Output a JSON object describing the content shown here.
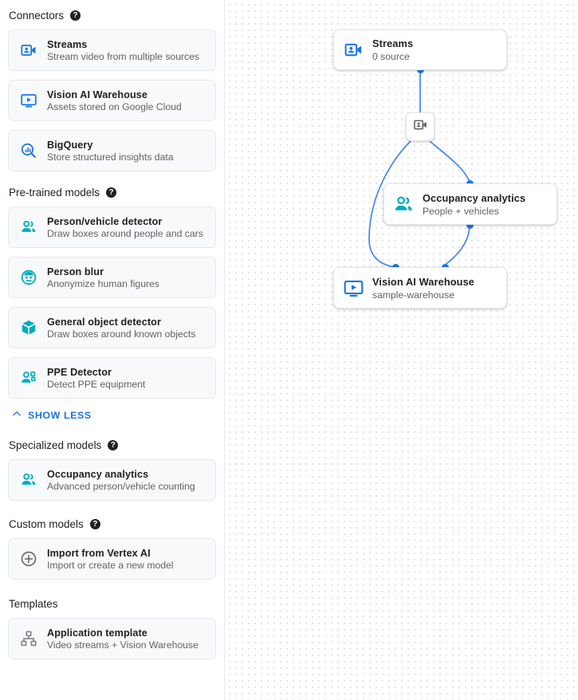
{
  "sidebar": {
    "sections": [
      {
        "title": "Connectors",
        "has_help": true,
        "help_glyph": "?",
        "items": [
          {
            "icon": "video-camera-person-icon",
            "title": "Streams",
            "subtitle": "Stream video from multiple sources"
          },
          {
            "icon": "monitor-play-icon",
            "title": "Vision AI Warehouse",
            "subtitle": "Assets stored on Google Cloud"
          },
          {
            "icon": "magnifier-bar-chart-icon",
            "title": "BigQuery",
            "subtitle": "Store structured insights data"
          }
        ]
      },
      {
        "title": "Pre-trained models",
        "has_help": true,
        "help_glyph": "?",
        "items": [
          {
            "icon": "two-people-icon",
            "title": "Person/vehicle detector",
            "subtitle": "Draw boxes around people and cars"
          },
          {
            "icon": "person-face-icon",
            "title": "Person blur",
            "subtitle": "Anonymize human figures"
          },
          {
            "icon": "cube-icon",
            "title": "General object detector",
            "subtitle": "Draw boxes around known objects"
          },
          {
            "icon": "ppe-person-icon",
            "title": "PPE Detector",
            "subtitle": "Detect PPE equipment"
          }
        ]
      },
      {
        "title": "Specialized models",
        "has_help": true,
        "help_glyph": "?",
        "items": [
          {
            "icon": "two-people-icon",
            "title": "Occupancy analytics",
            "subtitle": "Advanced person/vehicle counting"
          }
        ]
      },
      {
        "title": "Custom models",
        "has_help": true,
        "help_glyph": "?",
        "items": [
          {
            "icon": "plus-circle-icon",
            "title": "Import from Vertex AI",
            "subtitle": "Import or create a new model"
          }
        ]
      },
      {
        "title": "Templates",
        "has_help": false,
        "help_glyph": "",
        "items": [
          {
            "icon": "hierarchy-tree-icon",
            "title": "Application template",
            "subtitle": "Video streams + Vision Warehouse"
          }
        ]
      }
    ],
    "show_less": {
      "label": "SHOW LESS",
      "icon": "chevron-up-icon"
    }
  },
  "canvas": {
    "nodes": [
      {
        "icon": "video-camera-person-icon",
        "title": "Streams",
        "subtitle": "0 source"
      },
      {
        "icon": "two-people-icon",
        "title": "Occupancy analytics",
        "subtitle": "People + vehicles"
      },
      {
        "icon": "monitor-play-icon",
        "title": "Vision AI Warehouse",
        "subtitle": "sample-warehouse"
      }
    ],
    "mini_node": {
      "icon": "video-camera-person-icon"
    }
  },
  "colors": {
    "connector_blue": "#1a73e8",
    "model_teal": "#00acc1",
    "edge_blue": "#4285f4",
    "text_primary": "#202124",
    "text_secondary": "#5f6368",
    "card_bg": "#f8f9fa",
    "grid_dot": "#e4e5e7",
    "neutral_gray": "#80868b"
  }
}
